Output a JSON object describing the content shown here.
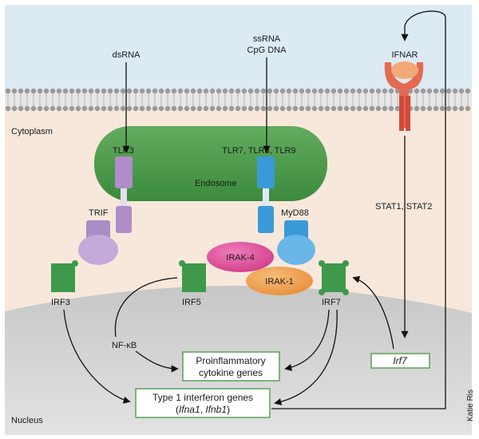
{
  "labels": {
    "dsrna": "dsRNA",
    "ssrna": "ssRNA",
    "cpg": "CpG DNA",
    "ifnar": "IFNAR",
    "cytoplasm": "Cytoplasm",
    "nucleus": "Nucleus",
    "tlr3": "TLR3",
    "tlr789": "TLR7, TLR8, TLR9",
    "endosome": "Endosome",
    "trif": "TRIF",
    "myd88": "MyD88",
    "irak4": "IRAK-4",
    "irak1": "IRAK-1",
    "irf3": "IRF3",
    "irf5": "IRF5",
    "irf7": "IRF7",
    "stat": "STAT1, STAT2",
    "nfkb": "NF-κB",
    "proinflam_line1": "Proinflammatory",
    "proinflam_line2": "cytokine genes",
    "irf7_gene": "Irf7",
    "type1_line1": "Type 1 interferon genes",
    "ifna1": "Ifna1",
    "sep": ", ",
    "ifnb1": "Ifnb1",
    "paren_open": "(",
    "paren_close": ")",
    "credit": "Katie Ris"
  },
  "colors": {
    "extracellular": "#dceaf4",
    "cytoplasm": "#f8e8dc",
    "nucleus": "#d6d6d6",
    "endosome": "#4f9a4f",
    "tlr3": "#b08cc8",
    "tlr789": "#3a9ad8",
    "irf": "#3e9a4a",
    "irak4": "#e1509a",
    "irak1": "#f0a050",
    "ifnar": "#e56a52",
    "gene_box_border": "#5aa05a"
  }
}
